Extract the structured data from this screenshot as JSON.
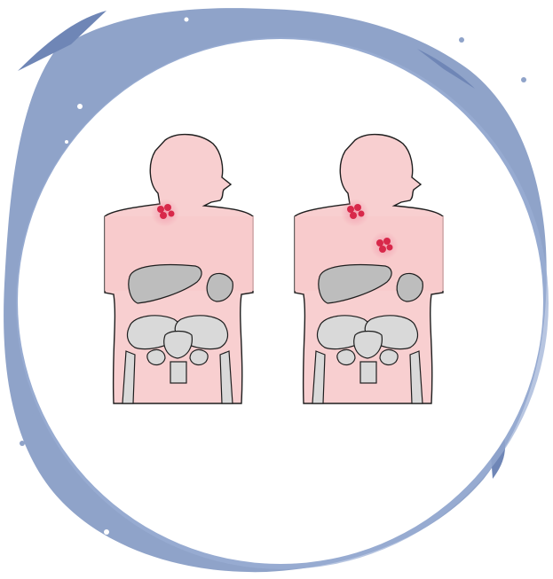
{
  "colors": {
    "background": "#ffffff",
    "splash": "#8fa3c9",
    "splash_dark": "#6f86b6",
    "circle_fill": "#ffffff",
    "circle_edge": "#9aaed4",
    "skin": "#f8cfd0",
    "skin_band": "#f7c9cb",
    "outline": "#1e1e1e",
    "organ": "#bdbdbd",
    "bone": "#d9d9d9",
    "tumor": "#d8284a",
    "tumor_glow": "#f29aac"
  },
  "figures": [
    {
      "id": "left",
      "tumors": [
        "neck"
      ]
    },
    {
      "id": "right",
      "tumors": [
        "neck",
        "chest"
      ]
    }
  ]
}
